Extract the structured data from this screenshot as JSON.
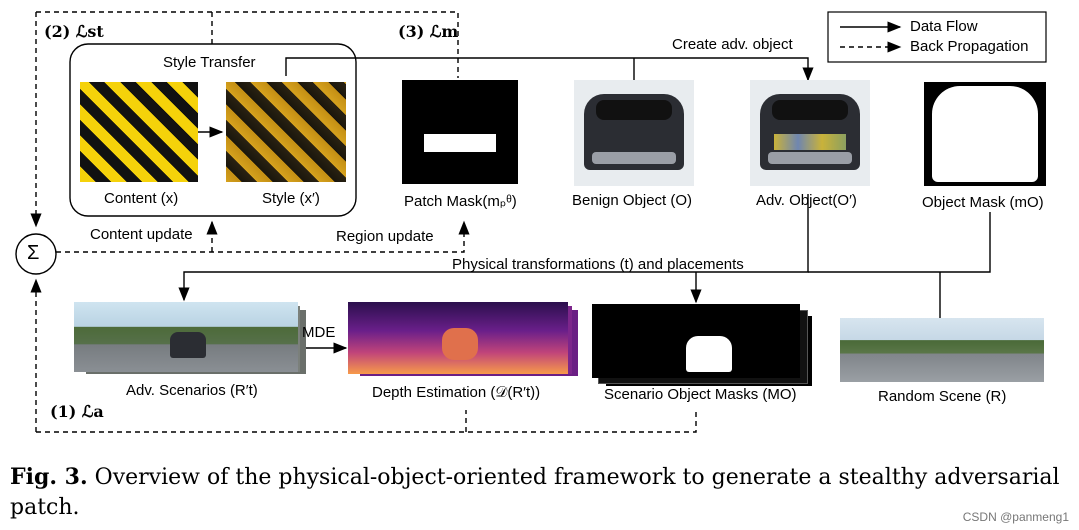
{
  "legend": {
    "data_flow": "Data Flow",
    "back_propagation": "Back Propagation"
  },
  "losses": {
    "st": "(2) ℒst",
    "m": "(3) ℒm",
    "a": "(1) ℒa"
  },
  "style_transfer": {
    "title": "Style Transfer",
    "content_label": "Content (x)",
    "style_label": "Style (x′)"
  },
  "labels": {
    "create_adv_object": "Create adv. object",
    "patch_mask": "Patch Mask(mₚᶿ)",
    "benign_object": "Benign Object (O)",
    "adv_object": "Adv. Object(O′)",
    "object_mask": "Object Mask (mO)",
    "content_update": "Content update",
    "region_update": "Region update",
    "physical_transformations": "Physical transformations (t) and placements",
    "mde": "MDE",
    "adv_scenarios": "Adv. Scenarios (R′t)",
    "depth_estimation": "Depth Estimation (𝒟(R′t))",
    "scenario_object_masks": "Scenario Object Masks (MO)",
    "random_scene": "Random Scene (R)",
    "sum_symbol": "Σ"
  },
  "caption": {
    "prefix": "Fig. 3.",
    "text": "Overview of the physical-object-oriented framework to generate a stealthy adversarial patch."
  },
  "watermark": "CSDN @panmeng1"
}
